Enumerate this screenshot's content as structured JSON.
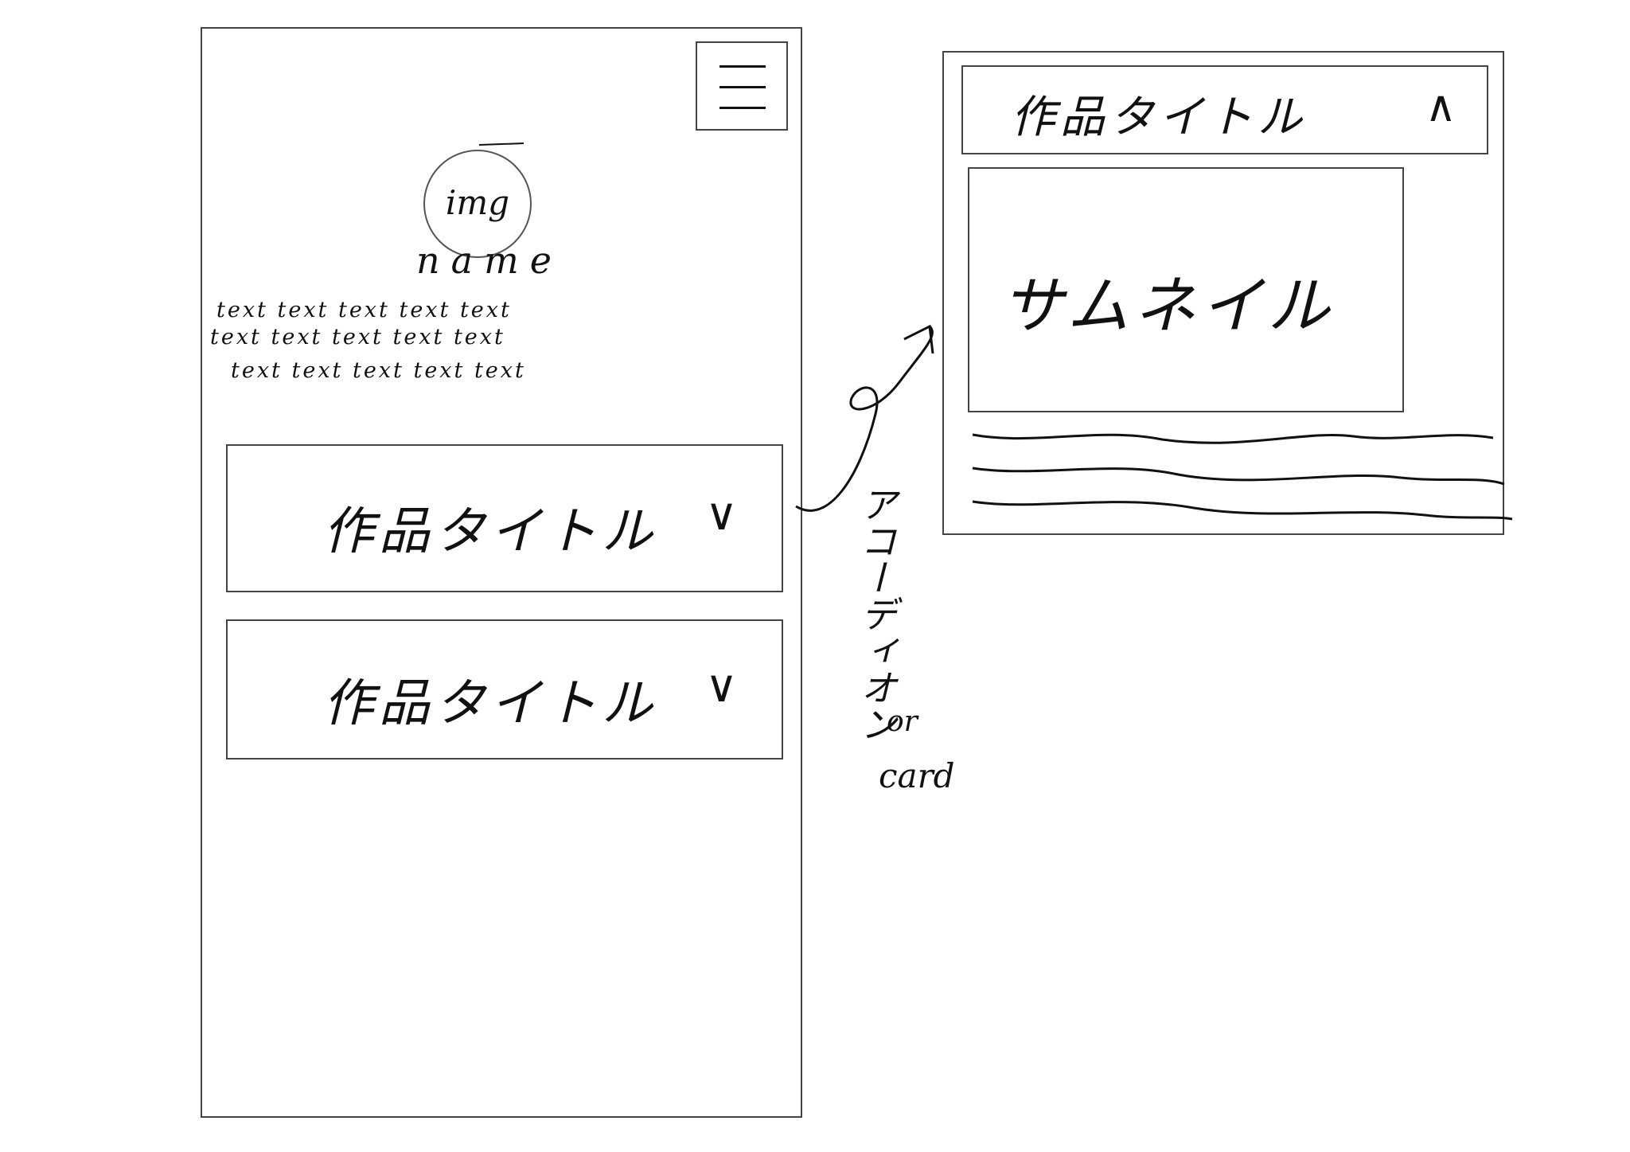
{
  "menu": {
    "icon": "hamburger-menu-icon"
  },
  "profile": {
    "avatar_label": "img",
    "name": "name",
    "bio_lines": [
      "text text text text text",
      "text text text text text",
      "text text text text text"
    ]
  },
  "works": [
    {
      "title": "作品タイトル",
      "chevron": "∨"
    },
    {
      "title": "作品タイトル",
      "chevron": "∨"
    }
  ],
  "expanded_card": {
    "title": "作品タイトル",
    "chevron": "∧",
    "thumbnail_label": "サムネイル"
  },
  "annotation": {
    "vertical_text": "アコーディオン",
    "or": "or",
    "card": "card"
  }
}
